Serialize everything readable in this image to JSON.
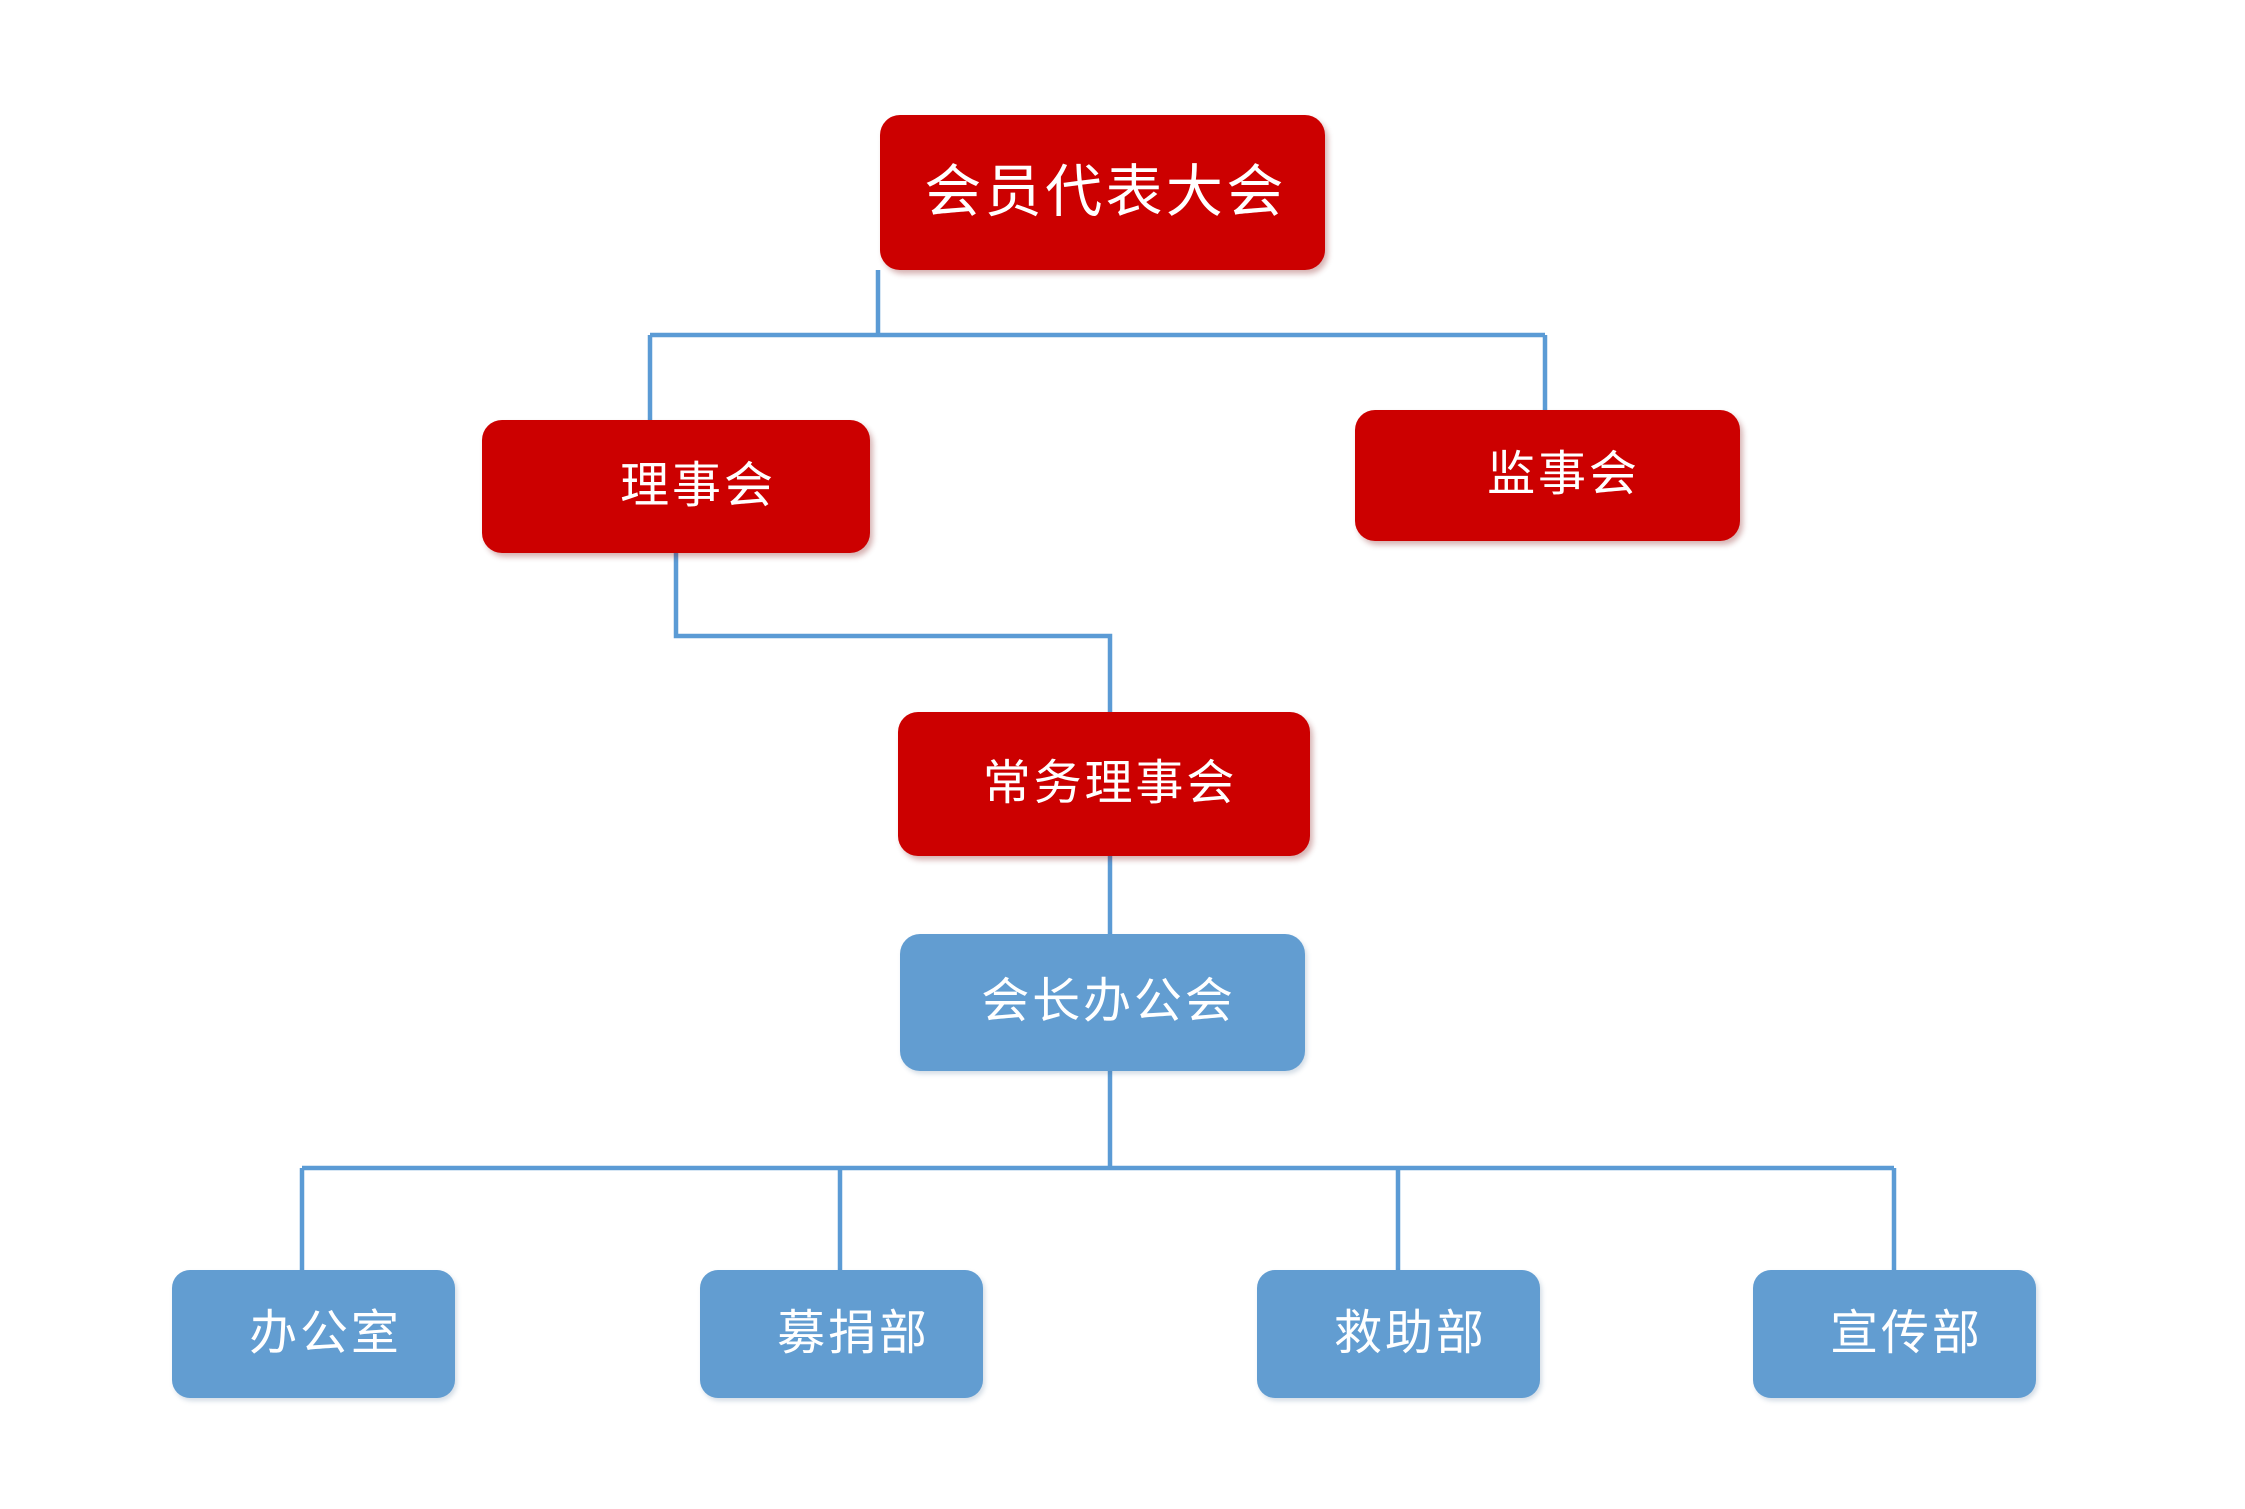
{
  "diagram": {
    "type": "organization-chart",
    "title": "",
    "colors": {
      "governance_node": "#CC0000",
      "operational_node": "#629DD1",
      "connector_line": "#5B9BD5",
      "node_text": "#FFFFFF",
      "background": "#FFFFFF"
    },
    "levels": [
      {
        "level": 1,
        "nodes": [
          {
            "id": "assembly",
            "label": "会员代表大会",
            "color": "red"
          }
        ]
      },
      {
        "level": 2,
        "nodes": [
          {
            "id": "board",
            "label": "理事会",
            "color": "red"
          },
          {
            "id": "supervisors",
            "label": "监事会",
            "color": "red"
          }
        ]
      },
      {
        "level": 3,
        "nodes": [
          {
            "id": "standing-board",
            "label": "常务理事会",
            "color": "red"
          }
        ]
      },
      {
        "level": 4,
        "nodes": [
          {
            "id": "president-office",
            "label": "会长办公会",
            "color": "blue"
          }
        ]
      },
      {
        "level": 5,
        "nodes": [
          {
            "id": "dept-0",
            "label": "办公室",
            "color": "blue"
          },
          {
            "id": "dept-1",
            "label": "募捐部",
            "color": "blue"
          },
          {
            "id": "dept-2",
            "label": "救助部",
            "color": "blue"
          },
          {
            "id": "dept-3",
            "label": "宣传部",
            "color": "blue"
          }
        ]
      }
    ],
    "edges": [
      {
        "from": "assembly",
        "to": "board"
      },
      {
        "from": "assembly",
        "to": "supervisors"
      },
      {
        "from": "board",
        "to": "standing-board"
      },
      {
        "from": "standing-board",
        "to": "president-office"
      },
      {
        "from": "president-office",
        "to": "dept-0"
      },
      {
        "from": "president-office",
        "to": "dept-1"
      },
      {
        "from": "president-office",
        "to": "dept-2"
      },
      {
        "from": "president-office",
        "to": "dept-3"
      }
    ]
  },
  "nodes": {
    "assembly": {
      "label": "会员代表大会"
    },
    "board": {
      "label": "理事会"
    },
    "supervisors": {
      "label": "监事会"
    },
    "standing_board": {
      "label": "常务理事会"
    },
    "president_office": {
      "label": "会长办公会"
    },
    "dept_office": {
      "label": "办公室"
    },
    "dept_fundraising": {
      "label": "募捐部"
    },
    "dept_relief": {
      "label": "救助部"
    },
    "dept_publicity": {
      "label": "宣传部"
    }
  }
}
